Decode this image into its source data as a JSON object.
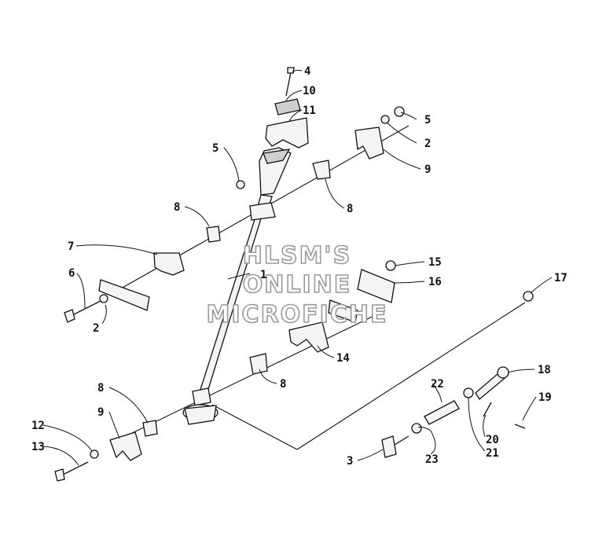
{
  "watermark": {
    "lines": [
      "HLSM'S",
      "ONLINE",
      "MICROFICHE"
    ]
  },
  "callouts": {
    "c1": "1",
    "c2a": "2",
    "c2b": "2",
    "c3": "3",
    "c4": "4",
    "c5a": "5",
    "c5b": "5",
    "c6": "6",
    "c7": "7",
    "c8a": "8",
    "c8b": "8",
    "c8c": "8",
    "c9a": "9",
    "c9b": "9",
    "c10": "10",
    "c11": "11",
    "c12": "12",
    "c13": "13",
    "c14": "14",
    "c15": "15",
    "c16": "16",
    "c17": "17",
    "c18": "18",
    "c19": "19",
    "c20": "20",
    "c21": "21",
    "c22": "22",
    "c23": "23"
  }
}
